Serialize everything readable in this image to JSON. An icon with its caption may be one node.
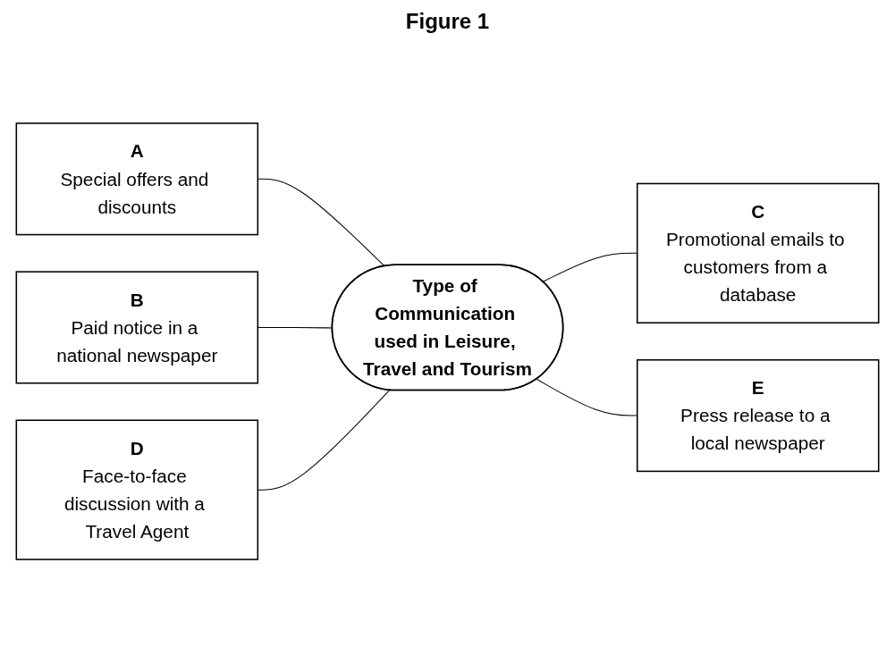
{
  "diagram": {
    "title": "Figure 1",
    "nodes": [
      {
        "text": [
          "Type of Communication used in Leisure, Travel and Tourism"
        ]
      },
      {
        "text": [
          "A",
          "Special offers and discounts"
        ]
      },
      {
        "text": [
          "B",
          "Paid notice in a national newspaper"
        ]
      },
      {
        "text": [
          "C",
          "Promotional emails to customers from a database"
        ]
      },
      {
        "text": [
          "D",
          "Face-to-face discussion with a Travel Agent"
        ]
      },
      {
        "text": [
          "E",
          "Press release to a local newspaper"
        ]
      }
    ],
    "edges": [
      {
        "from": 1,
        "to": 0,
        "arrow": "none"
      },
      {
        "from": 2,
        "to": 0,
        "arrow": "none"
      },
      {
        "from": 0,
        "to": 3,
        "arrow": "none"
      },
      {
        "from": 4,
        "to": 0,
        "arrow": "none"
      },
      {
        "from": 0,
        "to": 5,
        "arrow": "none"
      }
    ]
  }
}
